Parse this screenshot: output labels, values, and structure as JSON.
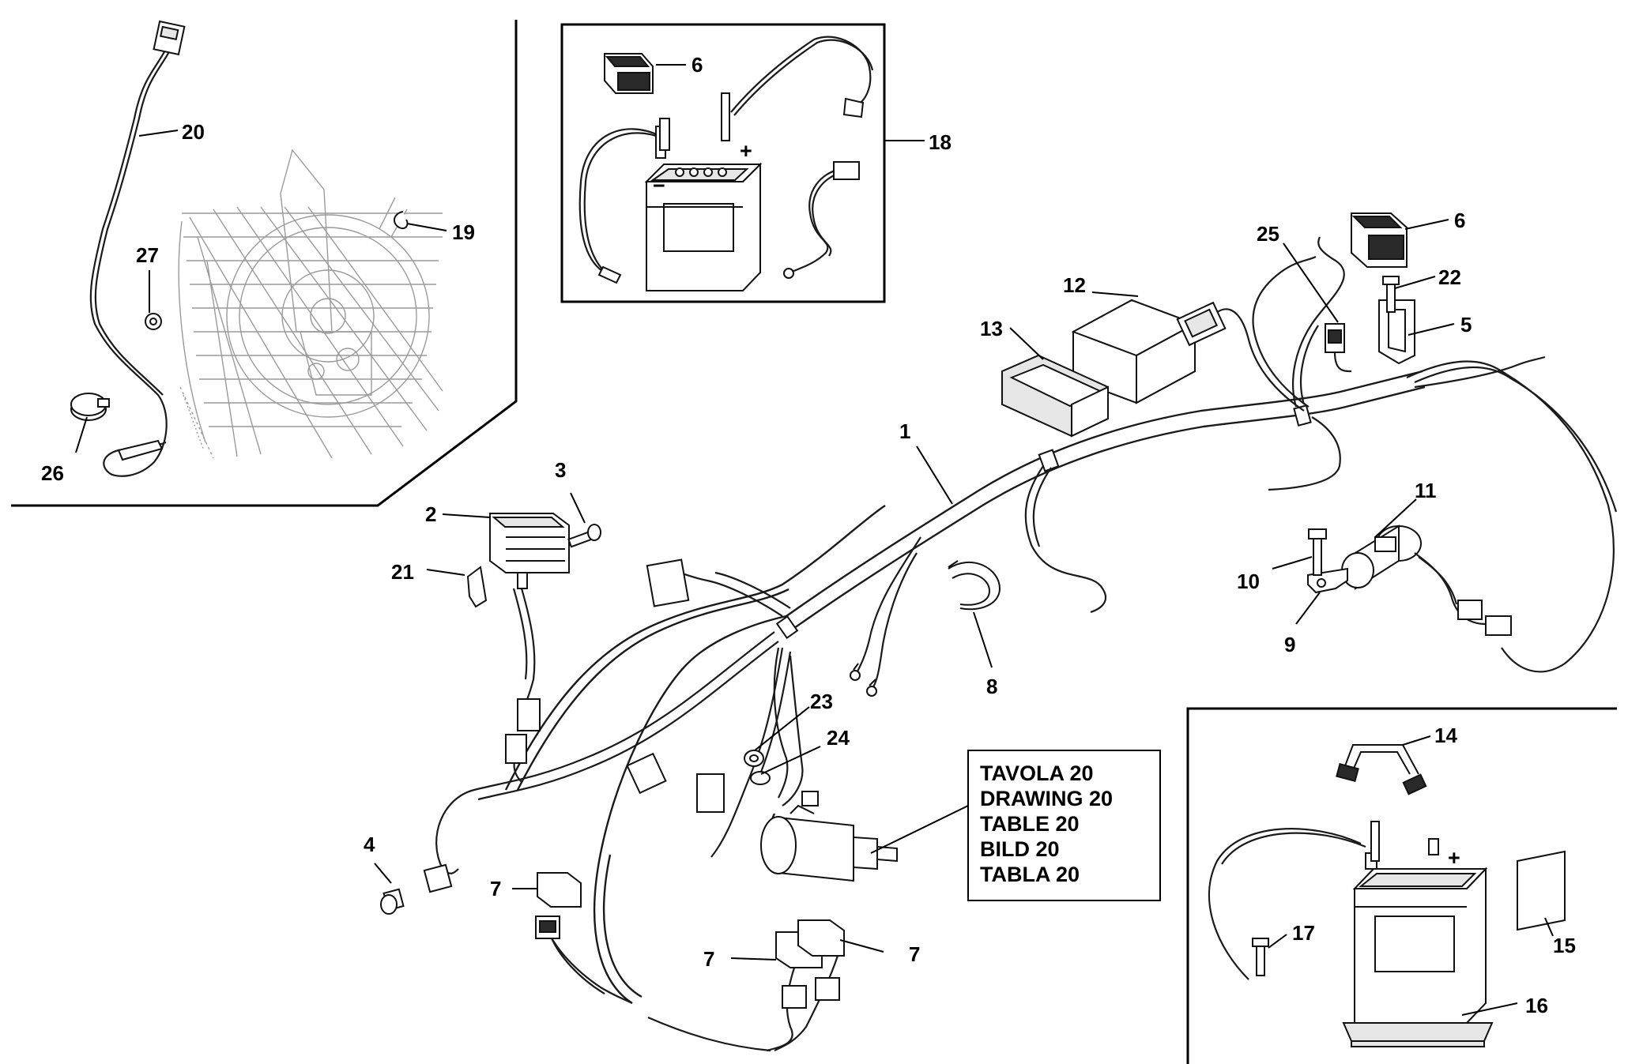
{
  "diagram": {
    "reference_box": {
      "lines": [
        "TAVOLA 20",
        "DRAWING 20",
        "TABLE 20",
        "BILD 20",
        "TABLA 20"
      ]
    },
    "callouts": {
      "c1": "1",
      "c2": "2",
      "c3": "3",
      "c4": "4",
      "c5": "5",
      "c6_inset": "6",
      "c6_main": "6",
      "c7_a": "7",
      "c7_b": "7",
      "c7_c": "7",
      "c8": "8",
      "c9": "9",
      "c10": "10",
      "c11": "11",
      "c12": "12",
      "c13": "13",
      "c14": "14",
      "c15": "15",
      "c16": "16",
      "c17": "17",
      "c18": "18",
      "c19": "19",
      "c20": "20",
      "c21": "21",
      "c22": "22",
      "c23": "23",
      "c24": "24",
      "c25": "25",
      "c26": "26",
      "c27": "27"
    },
    "battery_symbols": {
      "minus": "−",
      "plus": "+"
    }
  }
}
